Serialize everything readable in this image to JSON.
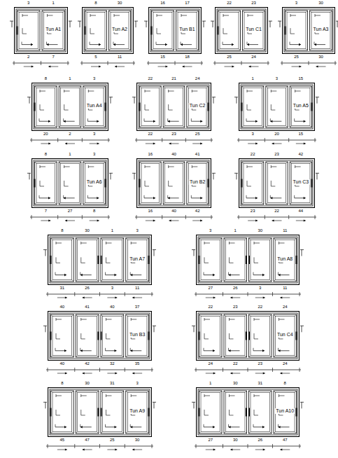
{
  "diagram": {
    "nodes": [
      {
        "text": [
          "Tun A1"
        ]
      },
      {
        "text": [
          "Tun A2"
        ]
      },
      {
        "text": [
          "Tun B1"
        ]
      },
      {
        "text": [
          "Tun C1"
        ]
      },
      {
        "text": [
          "Tun A3"
        ]
      },
      {
        "text": [
          "Tun A4"
        ]
      },
      {
        "text": [
          "Tun C2"
        ]
      },
      {
        "text": [
          "Tun A5"
        ]
      },
      {
        "text": [
          "Tun A6"
        ]
      },
      {
        "text": [
          "Tun B2"
        ]
      },
      {
        "text": [
          "Tun C3"
        ]
      },
      {
        "text": [
          "Tun A7"
        ]
      },
      {
        "text": [
          "Tun A8"
        ]
      },
      {
        "text": [
          "Tun B3"
        ]
      },
      {
        "text": [
          "Tun C4"
        ]
      },
      {
        "text": [
          "Tun A9"
        ]
      },
      {
        "text": [
          "Tun A10"
        ]
      }
    ],
    "labels": [
      "3",
      "1",
      "2",
      "7",
      "8",
      "30",
      "5",
      "11",
      "16",
      "17",
      "15",
      "18",
      "22",
      "23",
      "25",
      "24",
      "3",
      "30",
      "25",
      "30",
      "8",
      "1",
      "3",
      "20",
      "2",
      "3",
      "22",
      "21",
      "24",
      "22",
      "23",
      "25",
      "1",
      "3",
      "15",
      "3",
      "20",
      "15",
      "8",
      "1",
      "3",
      "7",
      "27",
      "8",
      "16",
      "40",
      "41",
      "16",
      "40",
      "42",
      "22",
      "23",
      "42",
      "23",
      "22",
      "44",
      "8",
      "30",
      "1",
      "3",
      "31",
      "26",
      "3",
      "11",
      "3",
      "1",
      "30",
      "11",
      "27",
      "26",
      "3",
      "11",
      "40",
      "41",
      "40",
      "37",
      "40",
      "42",
      "32",
      "35",
      "22",
      "23",
      "22",
      "24",
      "24",
      "22",
      "23",
      "24",
      "8",
      "30",
      "31",
      "3",
      "45",
      "47",
      "25",
      "30",
      "1",
      "30",
      "31",
      "8",
      "27",
      "30",
      "26",
      "47"
    ]
  }
}
